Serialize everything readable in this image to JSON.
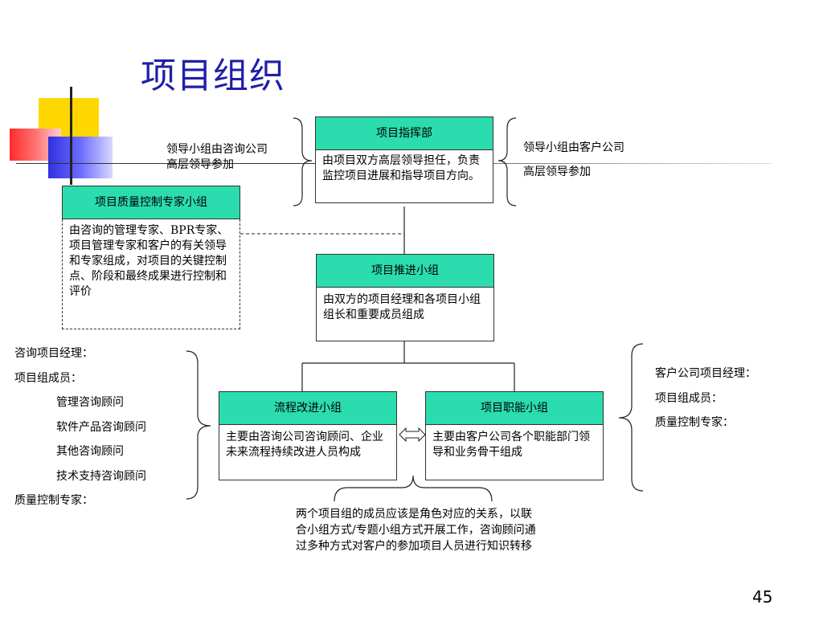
{
  "slide": {
    "title": "项目组织",
    "page_number": "45"
  },
  "nodes": {
    "steering": {
      "header": "项目指挥部",
      "body": "由项目双方高层领导担任，负责监控项目进展和指导项目方向。"
    },
    "quality": {
      "header": "项目质量控制专家小组",
      "body": "由咨询的管理专家、BPR专家、项目管理专家和客户的有关领导和专家组成，对项目的关键控制点、阶段和最终成果进行控制和评价"
    },
    "promotion": {
      "header": "项目推进小组",
      "body": "由双方的项目经理和各项目小组组长和重要成员组成"
    },
    "process": {
      "header": "流程改进小组",
      "body": "主要由咨询公司咨询顾问、企业未来流程持续改进人员构成"
    },
    "functional": {
      "header": "项目职能小组",
      "body": "主要由客户公司各个职能部门领导和业务骨干组成"
    }
  },
  "annotations": {
    "left_top": {
      "line1": "领导小组由咨询公司",
      "line2": "高层领导参加"
    },
    "right_top": {
      "line1": "领导小组由客户公司",
      "line2": "高层领导参加"
    },
    "left_list": [
      "咨询项目经理：",
      "项目组成员：",
      "管理咨询顾问",
      "软件产品咨询顾问",
      "其他咨询顾问",
      "技术支持咨询顾问",
      "质量控制专家："
    ],
    "right_list": [
      "客户公司项目经理：",
      "项目组成员：",
      "质量控制专家："
    ],
    "bottom_note": "两个项目组的成员应该是角色对应的关系，以联合小组方式/专题小组方式开展工作，咨询顾问通过多种方式对客户的参加项目人员进行知识转移"
  }
}
